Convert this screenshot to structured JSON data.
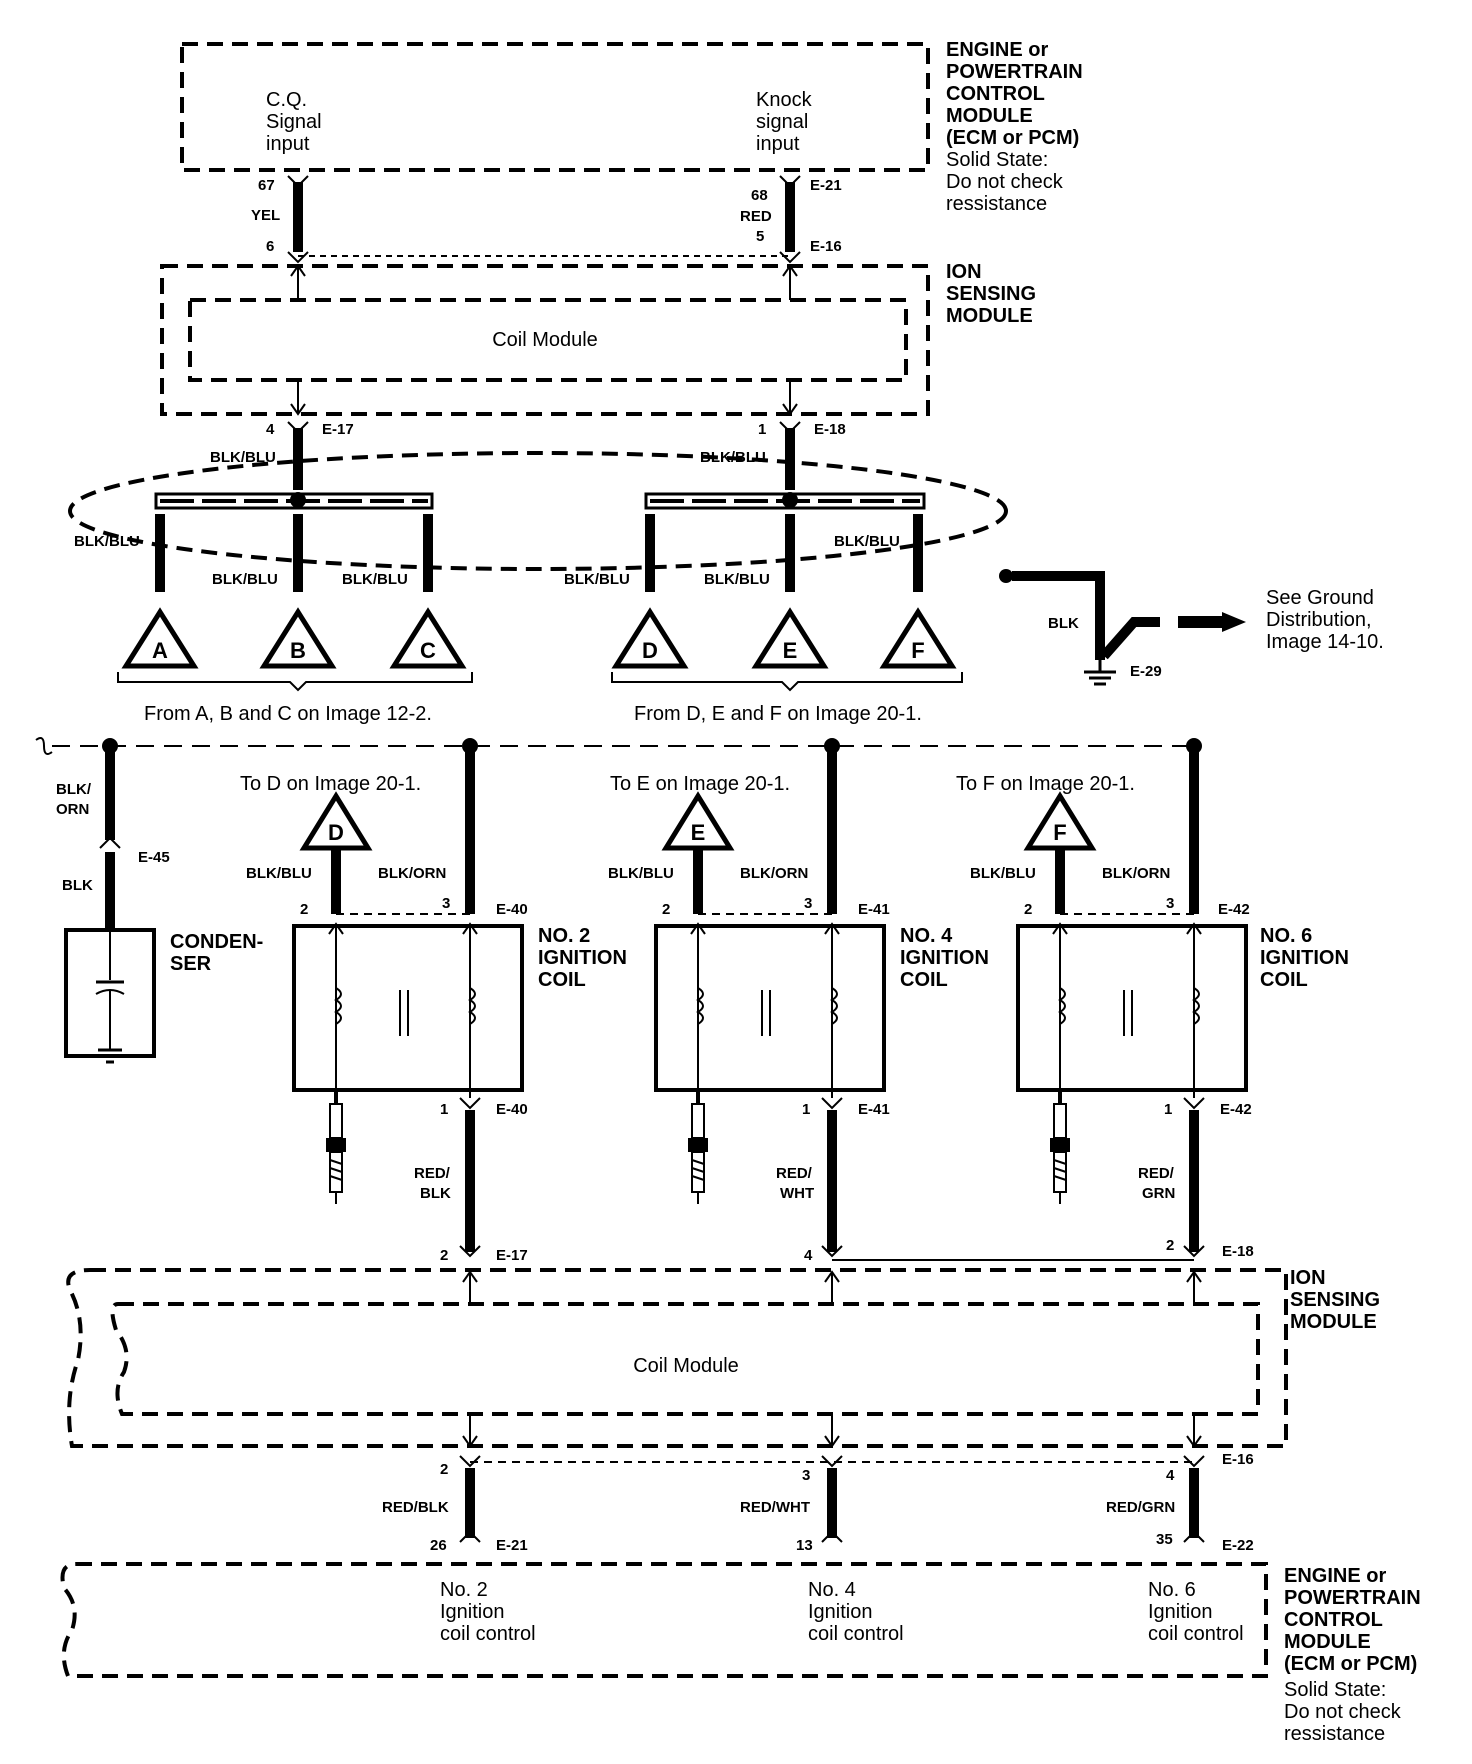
{
  "ecm_top": {
    "title_lines": [
      "ENGINE or",
      "POWERTRAIN",
      "CONTROL",
      "MODULE",
      "(ECM or PCM)"
    ],
    "note_lines": [
      "Solid State:",
      "Do not check",
      "ressistance"
    ],
    "cq_lines": [
      "C.Q.",
      "Signal",
      "input"
    ],
    "knock_lines": [
      "Knock",
      "signal",
      "input"
    ]
  },
  "top_wires": {
    "left": {
      "pin_top": "67",
      "color": "YEL",
      "pin_bottom": "6"
    },
    "right": {
      "pin_top": "68",
      "color": "RED",
      "pin_bottom": "5",
      "conn_top": "E-21",
      "conn_bottom": "E-16"
    }
  },
  "ion_top": {
    "title_lines": [
      "ION",
      "SENSING",
      "MODULE"
    ],
    "inner_label": "Coil Module"
  },
  "ion_top_out": {
    "left": {
      "pin": "4",
      "conn": "E-17",
      "color": "BLK/BLU"
    },
    "right": {
      "pin": "1",
      "conn": "E-18",
      "color": "BLK/BLU"
    }
  },
  "shield_wires": [
    "BLK/BLU",
    "BLK/BLU",
    "BLK/BLU",
    "BLK/BLU",
    "BLK/BLU",
    "BLK/BLU"
  ],
  "triangles": [
    "A",
    "B",
    "C",
    "D",
    "E",
    "F"
  ],
  "from_abc": "From A, B and C on Image 12-2.",
  "from_def": "From D, E and F on Image 20-1.",
  "ground": {
    "wire": "BLK",
    "conn": "E-29",
    "note_lines": [
      "See Ground",
      "Distribution,",
      "Image 14-10."
    ]
  },
  "condenser": {
    "wire_top": [
      "BLK/",
      "ORN"
    ],
    "wire_bottom": "BLK",
    "conn": "E-45",
    "title_lines": [
      "CONDEN-",
      "SER"
    ]
  },
  "coils": [
    {
      "to_label": "To D on Image 20-1.",
      "tri": "D",
      "left_color": "BLK/BLU",
      "right_color": "BLK/ORN",
      "pin_left": "2",
      "pin_right": "3",
      "conn": "E-40",
      "title_lines": [
        "NO. 2",
        "IGNITION",
        "COIL"
      ],
      "pin_bottom": "1",
      "conn_bottom": "E-40",
      "out_color": [
        "RED/",
        "BLK"
      ],
      "ion_pin": "2",
      "ion_conn": "E-17"
    },
    {
      "to_label": "To E on Image 20-1.",
      "tri": "E",
      "left_color": "BLK/BLU",
      "right_color": "BLK/ORN",
      "pin_left": "2",
      "pin_right": "3",
      "conn": "E-41",
      "title_lines": [
        "NO. 4",
        "IGNITION",
        "COIL"
      ],
      "pin_bottom": "1",
      "conn_bottom": "E-41",
      "out_color": [
        "RED/",
        "WHT"
      ],
      "ion_pin": "4",
      "ion_conn": ""
    },
    {
      "to_label": "To F on Image 20-1.",
      "tri": "F",
      "left_color": "BLK/BLU",
      "right_color": "BLK/ORN",
      "pin_left": "2",
      "pin_right": "3",
      "conn": "E-42",
      "title_lines": [
        "NO. 6",
        "IGNITION",
        "COIL"
      ],
      "pin_bottom": "1",
      "conn_bottom": "E-42",
      "out_color": [
        "RED/",
        "GRN"
      ],
      "ion_pin": "2",
      "ion_conn": "E-18"
    }
  ],
  "ion_bottom": {
    "title_lines": [
      "ION",
      "SENSING",
      "MODULE"
    ],
    "inner_label": "Coil Module"
  },
  "ion_bottom_out": [
    {
      "pin_top": "2",
      "color": "RED/BLK",
      "pin_bottom": "26",
      "conn_bottom": "E-21"
    },
    {
      "pin_top": "3",
      "color": "RED/WHT",
      "pin_bottom": "13",
      "conn_bottom": ""
    },
    {
      "pin_top": "4",
      "color": "RED/GRN",
      "pin_bottom": "35",
      "conn_bottom": "E-22",
      "conn_top": "E-16"
    }
  ],
  "ecm_bottom": {
    "title_lines": [
      "ENGINE or",
      "POWERTRAIN",
      "CONTROL",
      "MODULE",
      "(ECM or PCM)"
    ],
    "note_lines": [
      "Solid State:",
      "Do not check",
      "ressistance"
    ],
    "controls": [
      [
        "No. 2",
        "Ignition",
        "coil control"
      ],
      [
        "No. 4",
        "Ignition",
        "coil control"
      ],
      [
        "No. 6",
        "Ignition",
        "coil control"
      ]
    ]
  }
}
